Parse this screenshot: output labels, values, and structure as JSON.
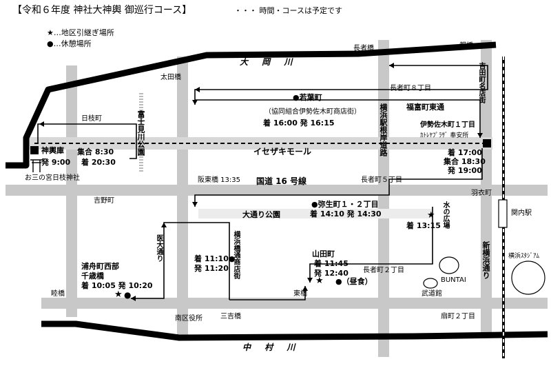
{
  "header": {
    "title": "【令和６年度 神社大神輿 御巡行コース】",
    "note": "・・・ 時間・コースは予定です"
  },
  "legend": {
    "star": "★…地区引継ぎ場所",
    "dot": "●…休憩場所"
  },
  "rivers": {
    "ooka": "大 岡 川",
    "nakamura": "中 村 川"
  },
  "roads": {
    "isezaki_mall": "イセザキモール",
    "route16": "国道 16 号線",
    "odori_park": "大通り公園",
    "fukutomicho_dori": "福富町東通",
    "fujimigawa_park": "富士見川公園",
    "yokohama_eki_negishi_doro": "横浜駅根岸道路",
    "idai_dori": "医大通り",
    "yokohamabashi_shotengai": "横浜橋通商店街",
    "shin_yokohama_dori": "新横浜通り",
    "yoshida_meitengai": "吉田町名店街",
    "mizu_no_hiroba": "水の広場"
  },
  "places": {
    "choja_bashi": "長者橋",
    "miyako_bashi": "都橋",
    "ota_bashi": "太田橋",
    "choja_8": "長者町８丁目",
    "hie_cho": "日枝町",
    "choja_5": "長者町５丁目",
    "hanto_bashi": "阪東橋 13:35",
    "yoshino_cho": "吉野町",
    "hagoromo_cho": "羽衣町",
    "kannai_eki": "関内駅",
    "yokohama_stadium": "横浜ｽﾀｼﾞｱﾑ",
    "buntai": "BUNTAI",
    "budokan": "武道館",
    "choja_2": "長者町２丁目",
    "higashi_bashi": "東橋",
    "mutsumi_bashi": "睦橋",
    "minami_kuyakusho": "南区役所",
    "miyoshi_bashi": "三吉橋",
    "ogi_cho_2": "扇町２丁目",
    "shrine": "お三の宮日枝神社"
  },
  "stops": {
    "mikoshi_ko": {
      "name": "神輿庫",
      "depart": "発 9:00"
    },
    "shugo_start": {
      "line1": "集合 8:30",
      "line2": "着 20:30"
    },
    "wakaba_cho": {
      "name": "●若葉町",
      "assoc": "（協同組合伊勢佐木町商店街）",
      "time": "着 16:00 発 16:15"
    },
    "isezakicho_1": {
      "name": "伊勢佐木町１丁目",
      "sub": "ｶﾄﾚﾔﾌﾟﾗｻﾞ 奉安所"
    },
    "hoanjo_times": {
      "arrive": "着 17:00",
      "gather": "集合 18:30",
      "depart": "発 19:00"
    },
    "yayoi_cho": {
      "name": "●弥生町１・２丁目",
      "time": "着 14:10 発 14:30"
    },
    "mizu_hiroba_time": "着 13:15",
    "yamada_cho": {
      "name": "山田町",
      "arrive": "着 11:45",
      "depart": "発 12:40",
      "lunch": "●（昼食）"
    },
    "yokohamabashi_time": {
      "arrive": "着 11:10●",
      "depart": "発 11:20"
    },
    "urafune": {
      "line1": "浦舟町西部",
      "line2": "千歳橋",
      "time": "着 10:05 発 10:20"
    }
  },
  "colors": {
    "river": "#000000",
    "road": "#c8c8c8",
    "route": "#000000",
    "background": "#ffffff"
  }
}
